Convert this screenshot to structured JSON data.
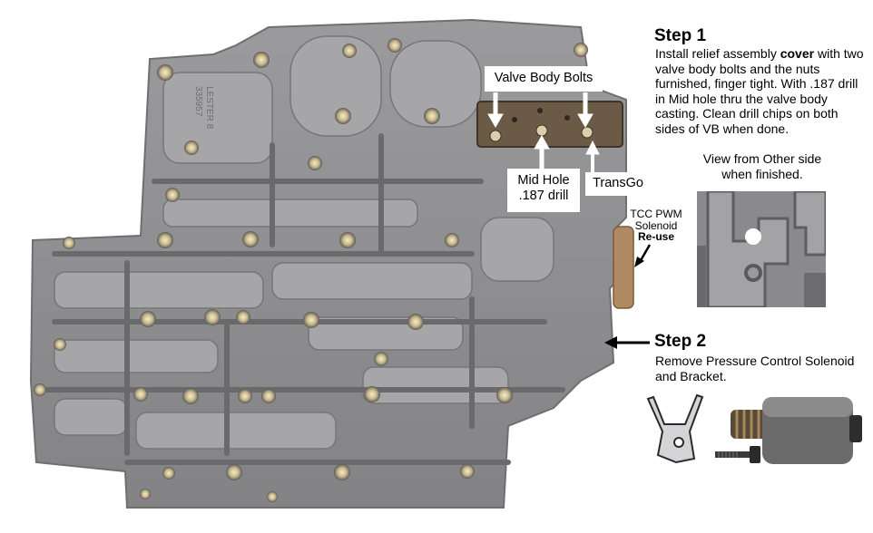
{
  "callouts": {
    "valve_body_bolts": "Valve Body Bolts",
    "mid_hole_line1": "Mid Hole",
    "mid_hole_line2": ".187 drill",
    "transgo": "TransGo"
  },
  "step1": {
    "title": "Step 1",
    "body_pre": "Install relief assembly ",
    "body_bold": "cover",
    "body_post": " with two valve body bolts and the nuts furnished, finger tight. With .187 drill in Mid hole thru the valve body casting. Clean drill chips on both sides of VB when done."
  },
  "view_caption": {
    "line1": "View from Other side",
    "line2": "when finished."
  },
  "tcc": {
    "line1": "TCC PWM",
    "line2": "Solenoid",
    "line3": "Re-use"
  },
  "step2": {
    "title": "Step 2",
    "body": "Remove Pressure Control Solenoid and Bracket."
  },
  "colors": {
    "casting": "#8e8e90",
    "casting_dark": "#6a6a6c",
    "cover_plate": "#6b5a45",
    "solenoid_tan": "#b08a63"
  }
}
